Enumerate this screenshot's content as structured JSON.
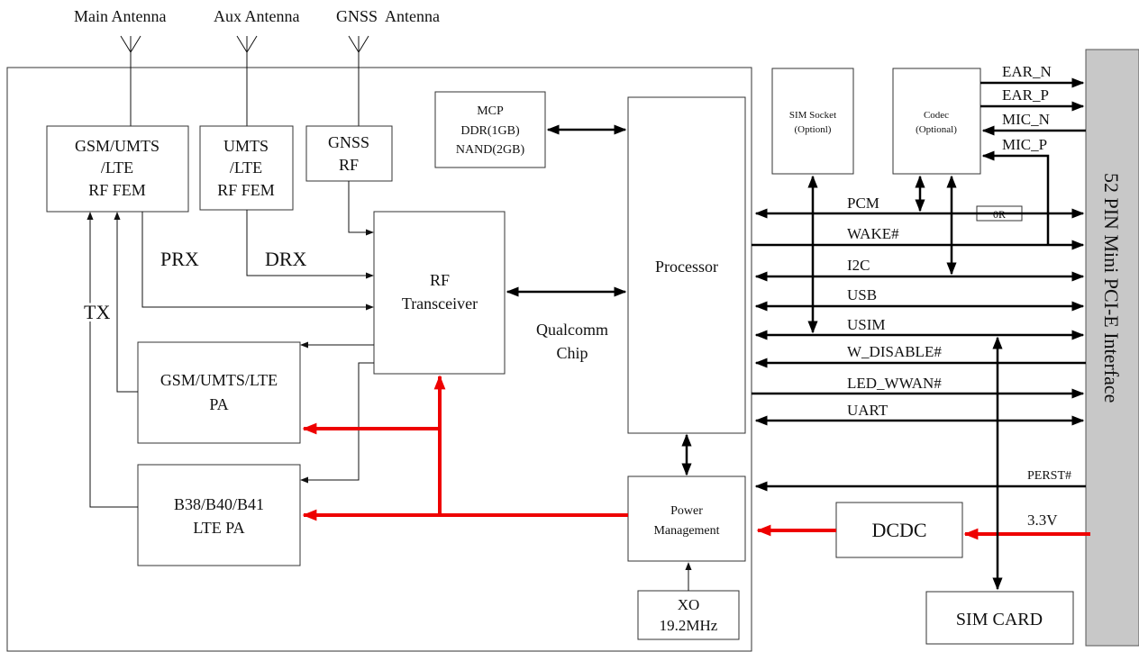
{
  "antennas": {
    "main": "Main Antenna",
    "aux": "Aux Antenna",
    "gnss": "GNSS  Antenna"
  },
  "blocks": {
    "gsm_fem": [
      "GSM/UMTS",
      "/LTE",
      "RF FEM"
    ],
    "umts_fem": [
      "UMTS",
      "/LTE",
      "RF FEM"
    ],
    "gnss_rf": [
      "GNSS",
      "RF"
    ],
    "mcp": [
      "MCP",
      "DDR(1GB)",
      "NAND(2GB)"
    ],
    "rf_transceiver": [
      "RF",
      "Transceiver"
    ],
    "processor": "Processor",
    "gsm_pa": [
      "GSM/UMTS/LTE",
      "PA"
    ],
    "lte_pa": [
      "B38/B40/B41",
      "LTE PA"
    ],
    "power_mgmt": [
      "Power",
      "Management"
    ],
    "xo": [
      "XO",
      "19.2MHz"
    ],
    "sim_socket": [
      "SIM Socket",
      "(Optionl)"
    ],
    "codec": [
      "Codec",
      "(Optional)"
    ],
    "dcdc": "DCDC",
    "sim_card": "SIM CARD",
    "interface": "52 PIN Mini PCI-E Interface",
    "zero_r": "0R"
  },
  "labels": {
    "prx": "PRX",
    "drx": "DRX",
    "tx": "TX",
    "qualcomm": [
      "Qualcomm",
      "Chip"
    ]
  },
  "signals": {
    "ear_n": "EAR_N",
    "ear_p": "EAR_P",
    "mic_n": "MIC_N",
    "mic_p": "MIC_P",
    "pcm": "PCM",
    "wake": "WAKE#",
    "i2c": "I2C",
    "usb": "USB",
    "usim": "USIM",
    "w_disable": "W_DISABLE#",
    "led_wwan": "LED_WWAN#",
    "uart": "UART",
    "perst": "PERST#",
    "v33": "3.3V"
  }
}
